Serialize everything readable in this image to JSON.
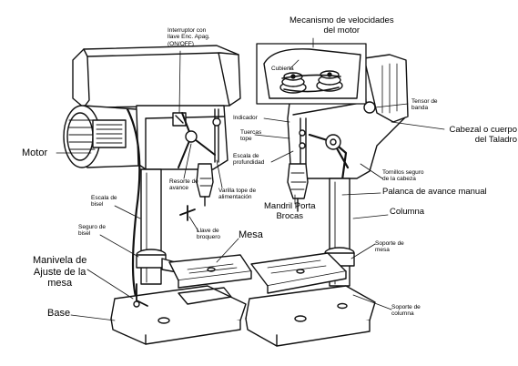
{
  "diagram": {
    "labels": {
      "mecanismo": "Mecanismo de velocidades\ndel motor",
      "interruptor": "Interruptor con\nllave Enc. Apag.\n(ON/OFF)",
      "cubierta": "Cubierta",
      "indicador": "Indicador",
      "tuercas": "Tuercas\ntope",
      "escala_prof": "Escala de\nprofundidad",
      "tensor": "Tensor de\nbanda",
      "cabezal": "Cabezal o cuerpo\ndel Taladro",
      "motor": "Motor",
      "resorte": "Resorte de\navance",
      "varilla": "Varilla tope de\nalimentación",
      "tornillos": "Tornillos seguro\nde la cabeza",
      "palanca": "Palanca de avance manual",
      "mandril": "Mandril Porta\nBrocas",
      "columna": "Columna",
      "escala_bisel": "Escala de\nbisel",
      "llave": "Llave de\nbroquero",
      "seguro_bisel": "Seguro de\nbisel",
      "mesa": "Mesa",
      "soporte_mesa": "Soporte de\nmesa",
      "manivela": "Manivela de\nAjuste de la\nmesa",
      "soporte_columna": "Soporte de\ncolumna",
      "base": "Base"
    }
  }
}
